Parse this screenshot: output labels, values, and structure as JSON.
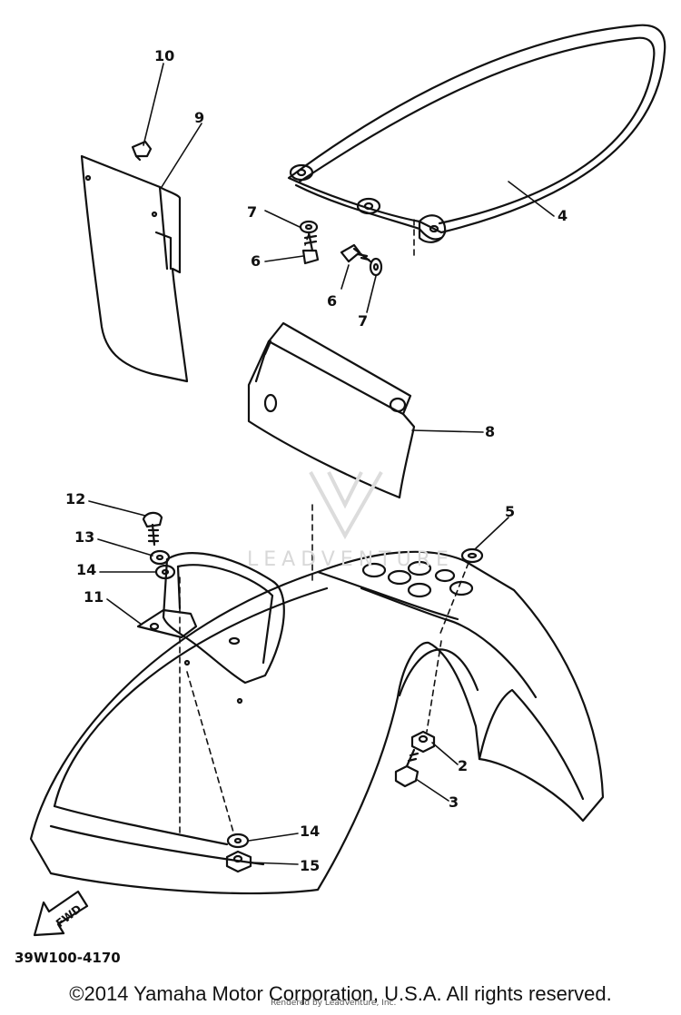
{
  "callouts": [
    {
      "id": "10",
      "label": "10"
    },
    {
      "id": "9",
      "label": "9"
    },
    {
      "id": "7a",
      "label": "7"
    },
    {
      "id": "6a",
      "label": "6"
    },
    {
      "id": "6b",
      "label": "6"
    },
    {
      "id": "7b",
      "label": "7"
    },
    {
      "id": "4",
      "label": "4"
    },
    {
      "id": "8",
      "label": "8"
    },
    {
      "id": "12",
      "label": "12"
    },
    {
      "id": "13",
      "label": "13"
    },
    {
      "id": "14a",
      "label": "14"
    },
    {
      "id": "11",
      "label": "11"
    },
    {
      "id": "5",
      "label": "5"
    },
    {
      "id": "2",
      "label": "2"
    },
    {
      "id": "3",
      "label": "3"
    },
    {
      "id": "14b",
      "label": "14"
    },
    {
      "id": "15",
      "label": "15"
    }
  ],
  "direction_marker": "FWD",
  "diagram_code": "39W100-4170",
  "copyright": "©2014 Yamaha Motor Corporation, U.S.A. All rights reserved.",
  "rendered_by": "Rendered by LeadVenture, Inc.",
  "watermark": "LEADVENTURE",
  "colors": {
    "ink": "#111111",
    "watermark": "#d8d8d8"
  }
}
